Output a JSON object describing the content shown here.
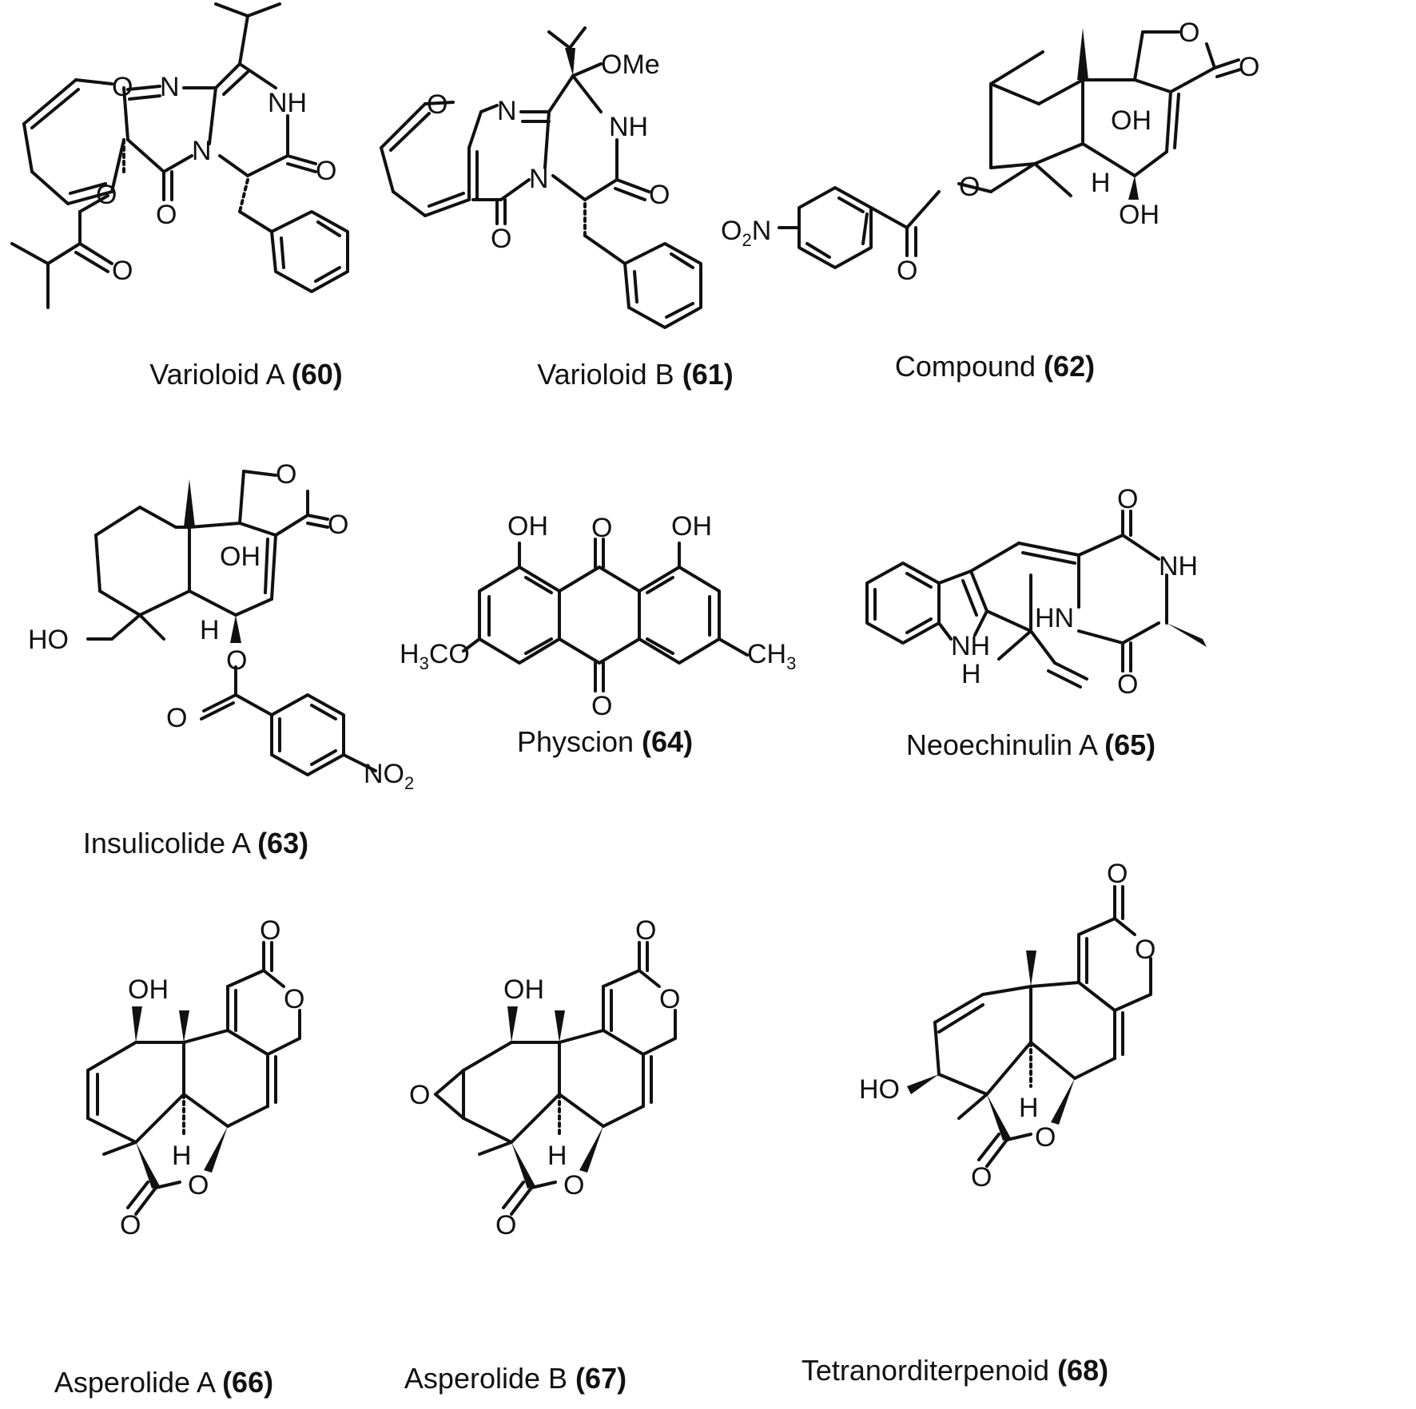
{
  "compounds": [
    {
      "id": "60",
      "name": "Varioloid A",
      "number": "(60)"
    },
    {
      "id": "61",
      "name": "Varioloid B",
      "number": "(61)"
    },
    {
      "id": "62",
      "name": "Compound",
      "number": "(62)"
    },
    {
      "id": "63",
      "name": "Insulicolide A",
      "number": "(63)"
    },
    {
      "id": "64",
      "name": "Physcion",
      "number": "(64)"
    },
    {
      "id": "65",
      "name": "Neoechinulin A",
      "number": "(65)"
    },
    {
      "id": "66",
      "name": "Asperolide A",
      "number": "(66)"
    },
    {
      "id": "67",
      "name": "Asperolide B",
      "number": "(67)"
    },
    {
      "id": "68",
      "name": "Tetranorditerpenoid",
      "number": "(68)"
    }
  ],
  "atoms": {
    "O": "O",
    "N": "N",
    "NH": "NH",
    "OH": "OH",
    "OMe": "OMe",
    "H": "H",
    "HO": "HO",
    "HN": "HN",
    "O2N_main": "O",
    "O2N_sub": "2",
    "O2N_n": "N",
    "NO2_main": "NO",
    "NO2_sub": "2",
    "H3CO_h": "H",
    "H3CO_3": "3",
    "H3CO_co": "CO",
    "CH3_ch": "CH",
    "CH3_3": "3"
  },
  "colors": {
    "ink": "#111111",
    "background": "#ffffff"
  }
}
